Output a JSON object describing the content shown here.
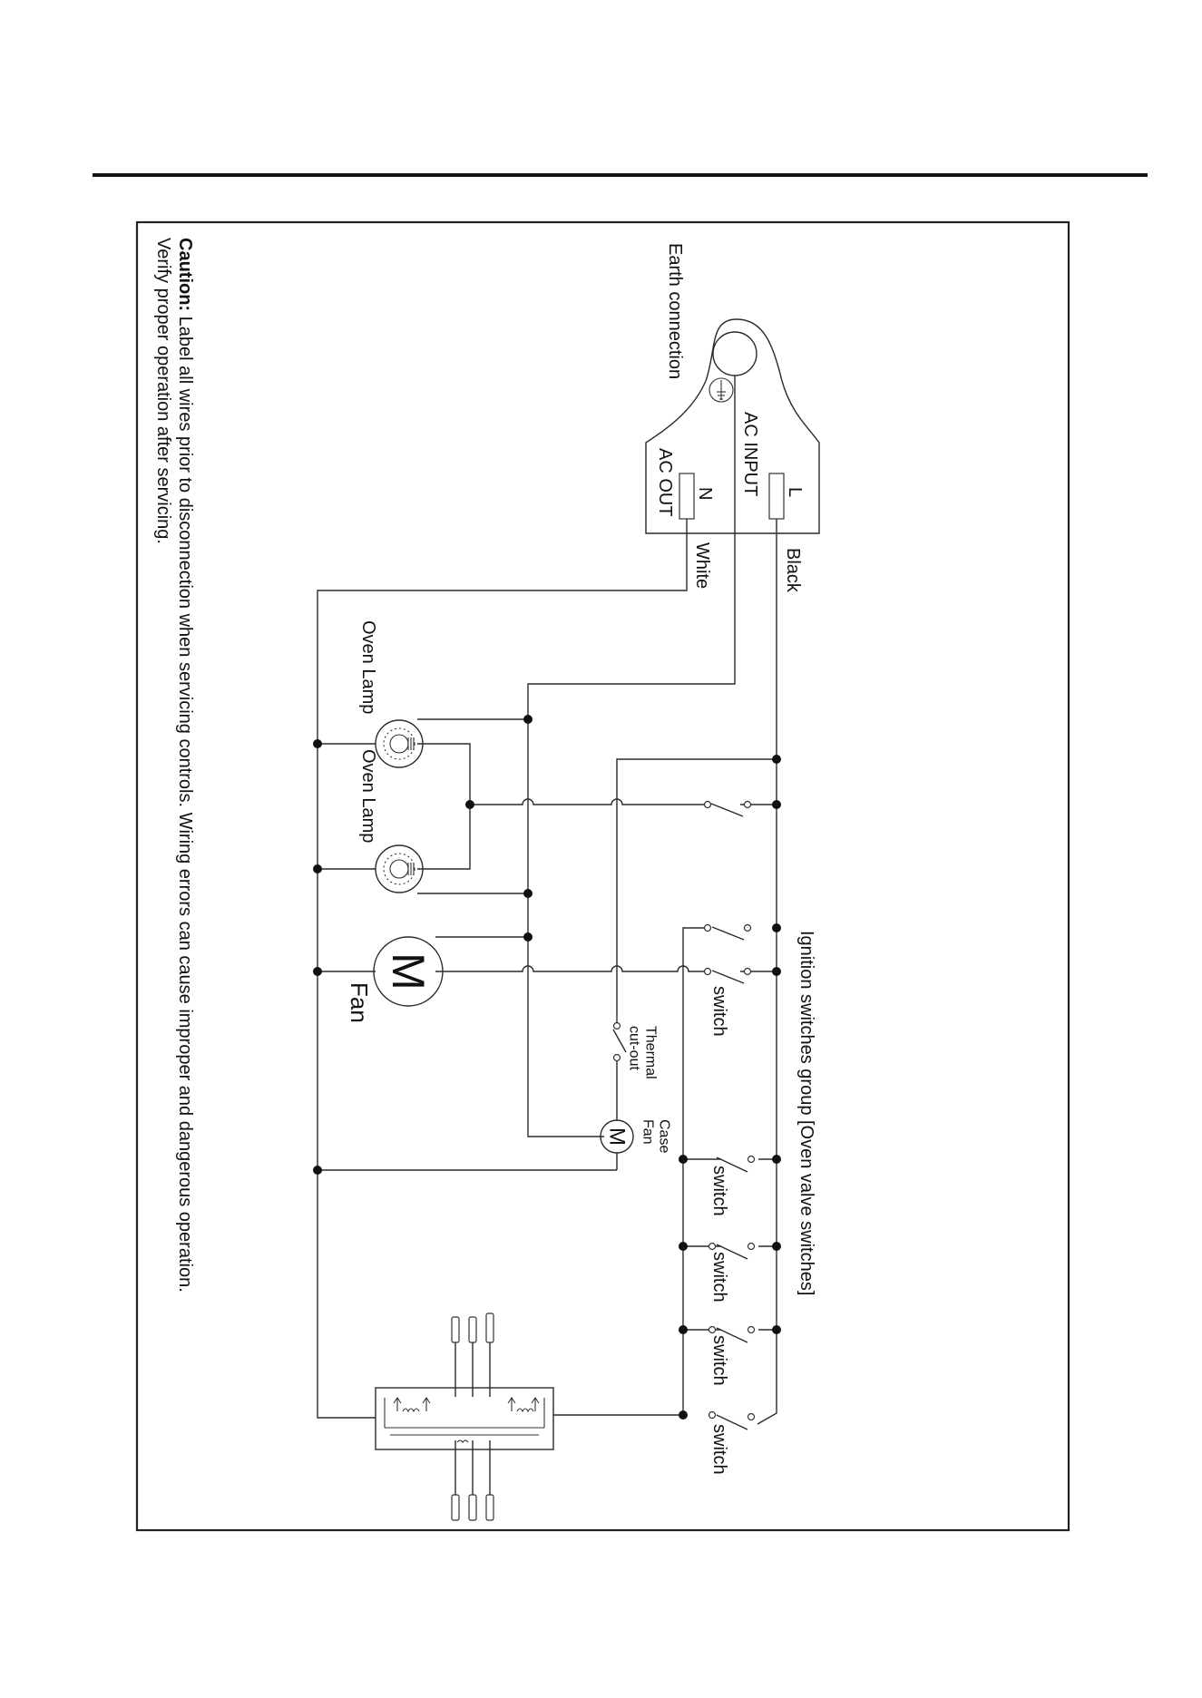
{
  "header": {
    "rule_color": "#111111"
  },
  "labels": {
    "earth": "Earth connection",
    "ac_input": "AC INPUT",
    "ac_out": "AC OUT",
    "l": "L",
    "n": "N",
    "black": "Black",
    "white": "White",
    "oven_lamp_1": "Oven Lamp",
    "oven_lamp_2": "Oven Lamp",
    "motor_letter": "M",
    "fan": "Fan",
    "case_motor_letter": "M",
    "case_fan_1": "Case",
    "case_fan_2": "Fan",
    "thermal_1": "Thermal",
    "thermal_2": "cut-out",
    "switch_1": "switch",
    "switch_2": "switch",
    "switch_3": "switch",
    "switch_4": "switch",
    "switch_5": "switch",
    "ignition_group": "Ignition switches group [Oven valve switches]"
  },
  "caution": {
    "bold": "Caution:",
    "line1": " Label all wires prior to disconnection when servicing controls. Wiring errors can cause improper and dangerous operation.",
    "line2": "Verify proper operation after servicing."
  }
}
